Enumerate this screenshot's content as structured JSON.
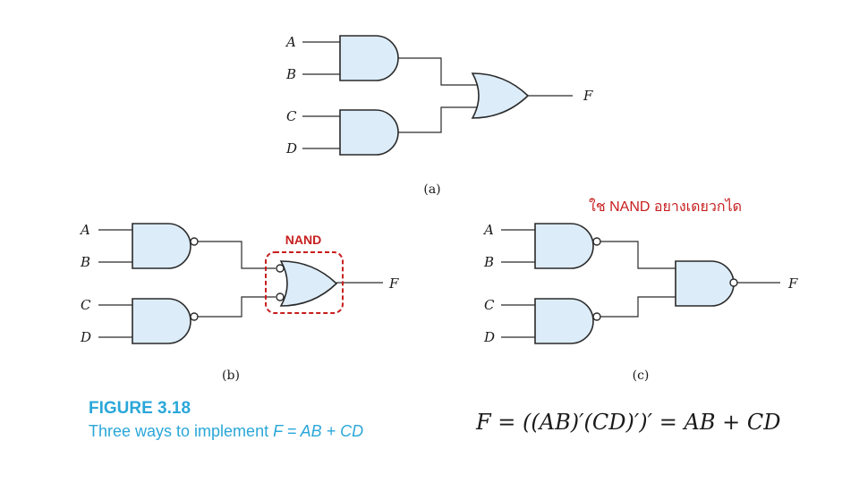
{
  "signals": {
    "a": "A",
    "b": "B",
    "c": "C",
    "d": "D",
    "f": "F"
  },
  "captions": {
    "a": "(a)",
    "b": "(b)",
    "c": "(c)"
  },
  "highlight_label": "NAND",
  "thai_note": "ใช   NAND อยางเดยวกได",
  "figure": {
    "title": "FIGURE 3.18",
    "subtitle_prefix": "Three ways to implement ",
    "subtitle_expr": "F = AB + CD"
  },
  "equation": "F = ((AB)′(CD)′)′ = AB + CD",
  "colors": {
    "gate_fill": "#dcecf8",
    "accent": "#2aa7d9",
    "highlight": "#c81e1e"
  }
}
